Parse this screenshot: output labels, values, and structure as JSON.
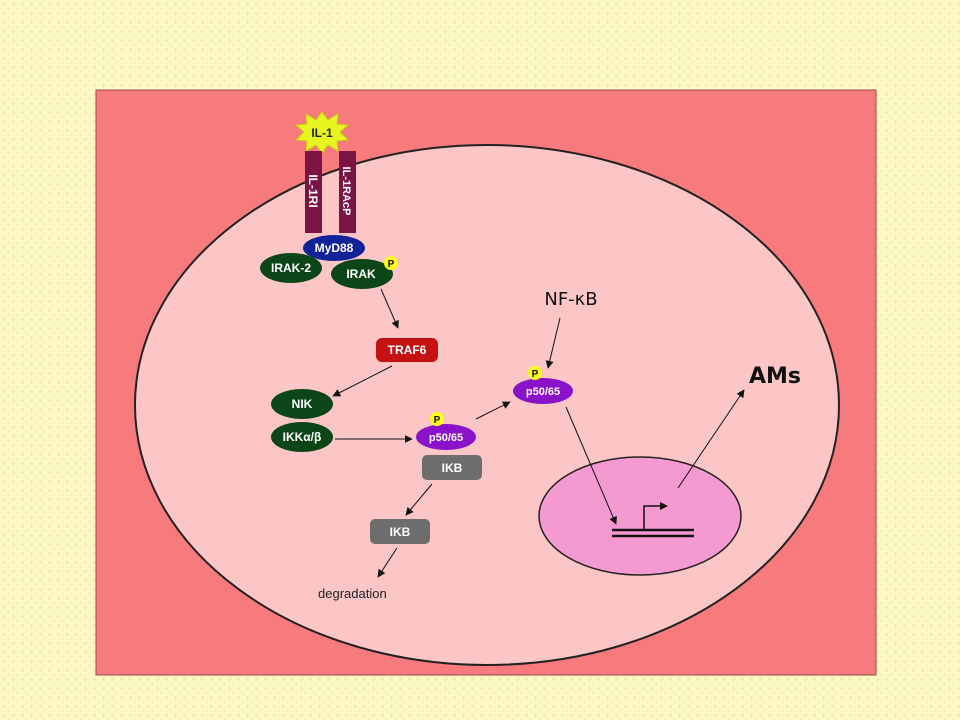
{
  "ligand": "IL-1",
  "receptor_1": "IL-1RI",
  "receptor_2": "IL-1RAcP",
  "myd88": "MyD88",
  "irak2": "IRAK-2",
  "irak": "IRAK",
  "phospho": "P",
  "traf6": "TRAF6",
  "nik": "NIK",
  "ikk": "IKKα/β",
  "p5065": "p50/65",
  "ikb": "IKB",
  "degradation": "degradation",
  "nfkb": "NF-κB",
  "ams": "AMs",
  "colors": {
    "outer_box": "#f77a7c",
    "cell": "#fcc6c6",
    "nucleus": "#f59ad0",
    "receptor": "#7a1444",
    "myd88": "#12239a",
    "irak": "#0c4618",
    "traf6": "#c41212",
    "p5065": "#8a12c8",
    "ikb": "#6e6e6e",
    "phospho": "#ffff1a",
    "ligand": "#e8f520"
  }
}
